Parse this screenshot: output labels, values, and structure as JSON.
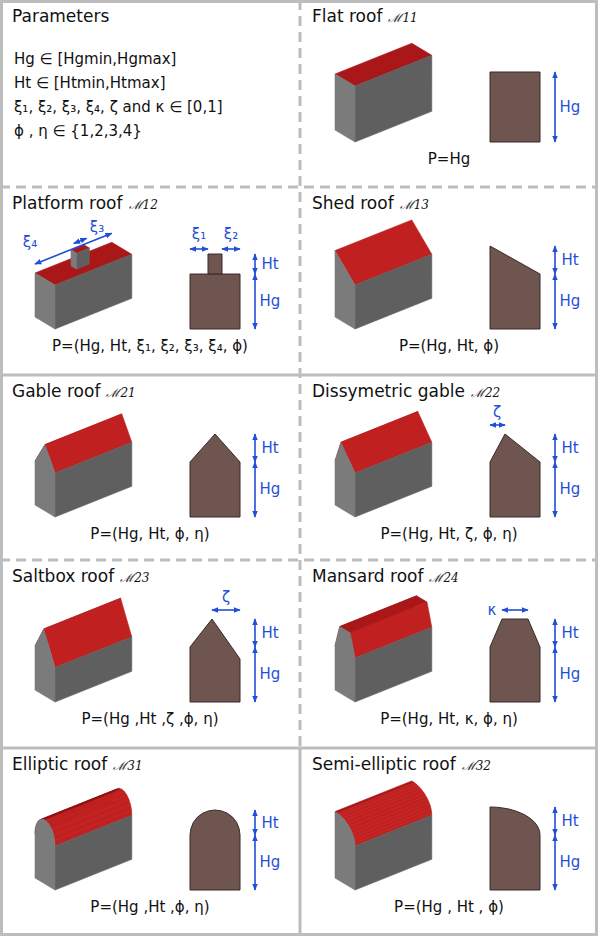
{
  "diagram": {
    "nodes": [
      {
        "text": [
          "Parameters",
          "Hg ∈ [Hgmin,Hgmax]",
          "Ht ∈ [Htmin,Htmax]",
          "ξ₁, ξ₂, ξ₃, ξ₄, ζ and κ ∈ [0,1]",
          "ϕ , η ∈ {1,2,3,4}"
        ]
      },
      {
        "text": [
          "Flat roof",
          "ℳ11",
          "P=Hg"
        ]
      },
      {
        "text": [
          "Platform roof",
          "ℳ12",
          "P=(Hg, Ht, ξ₁, ξ₂, ξ₃, ξ₄, ϕ)"
        ]
      },
      {
        "text": [
          "Shed roof",
          "ℳ13",
          "P=(Hg, Ht, ϕ)"
        ]
      },
      {
        "text": [
          "Gable roof",
          "ℳ21",
          "P=(Hg, Ht, ϕ, η)"
        ]
      },
      {
        "text": [
          "Dissymetric gable",
          "ℳ22",
          "P=(Hg, Ht, ζ, ϕ, η)"
        ]
      },
      {
        "text": [
          "Saltbox roof",
          "ℳ23",
          "P=(Hg ,Ht ,ζ ,ϕ, η)"
        ]
      },
      {
        "text": [
          "Mansard roof",
          "ℳ24",
          "P=(Hg, Ht, κ, ϕ, η)"
        ]
      },
      {
        "text": [
          "Elliptic roof",
          "ℳ31",
          "P=(Hg ,Ht ,ϕ, η)"
        ]
      },
      {
        "text": [
          "Semi-elliptic roof",
          "ℳ32",
          "P=(Hg , Ht , ϕ)"
        ]
      }
    ],
    "labels": [
      "Hg",
      "ξ₄",
      "ξ₃",
      "ξ₁",
      "ξ₂",
      "Ht",
      "Hg",
      "Ht",
      "Hg",
      "Ht",
      "Hg",
      "ζ",
      "Ht",
      "Hg",
      "ζ",
      "Ht",
      "Hg",
      "κ",
      "Ht",
      "Hg",
      "Ht",
      "Hg",
      "Ht",
      "Hg"
    ]
  }
}
